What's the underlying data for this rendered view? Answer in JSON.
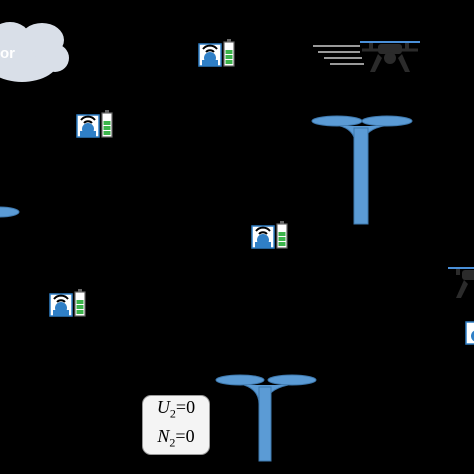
{
  "colors": {
    "background": "#000000",
    "pole": "#5b9bd5",
    "pole_stroke": "#3e78ad",
    "cloud": "#d9dfe8",
    "device_blue": "#2f7fc6",
    "battery_green": "#3cb44b",
    "drone": "#2b2b2b",
    "drone_accent": "#4a90d9"
  },
  "cloud": {
    "label": "or"
  },
  "state_box": {
    "u_symbol": "U",
    "u_subscript": "2",
    "u_value": "=0",
    "n_symbol": "N",
    "n_subscript": "2",
    "n_value": "=0"
  },
  "icons": {
    "sensor": "wireless-sensor-battery-icon",
    "drone": "drone-icon",
    "pole": "street-lamp-pole-icon",
    "cloud": "cloud-icon"
  }
}
